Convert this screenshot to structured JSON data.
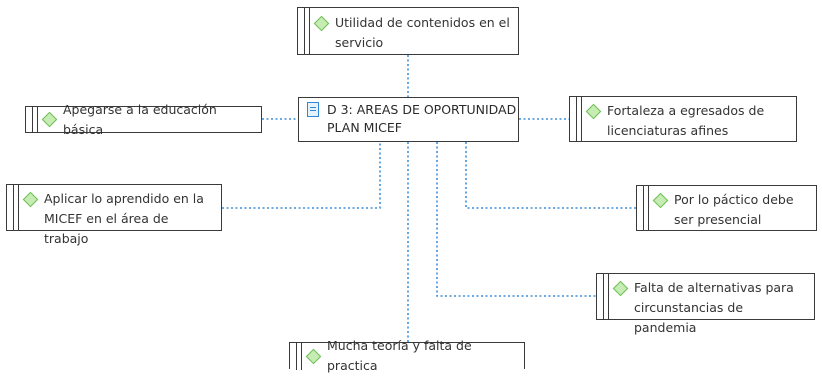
{
  "diagram": {
    "central": {
      "icon": "document-icon",
      "title": "D 3: AREAS DE OPORTUNIDAD PLAN MICEF"
    },
    "nodes": [
      {
        "id": "top",
        "text": "Utilidad de contenidos en el servicio"
      },
      {
        "id": "left-1",
        "text": "Apegarse a la educación básica"
      },
      {
        "id": "right-1",
        "text": "Fortaleza a egresados de licenciaturas afines"
      },
      {
        "id": "left-2",
        "text": "Aplicar lo aprendido en la MICEF en el área de trabajo"
      },
      {
        "id": "right-2",
        "text": "Por lo páctico debe ser presencial"
      },
      {
        "id": "right-3",
        "text": "Falta de alternativas para circunstancias de pandemia"
      },
      {
        "id": "bottom",
        "text": "Mucha teoría y falta de practica"
      }
    ],
    "node_icon": "green-diamond-icon",
    "colors": {
      "connector": "#3f8fdc",
      "node_border": "#3a3a3a",
      "diamond_fill": "#c6ecb4",
      "diamond_stroke": "#6cbf52",
      "doc_icon": "#2f88d8"
    }
  }
}
